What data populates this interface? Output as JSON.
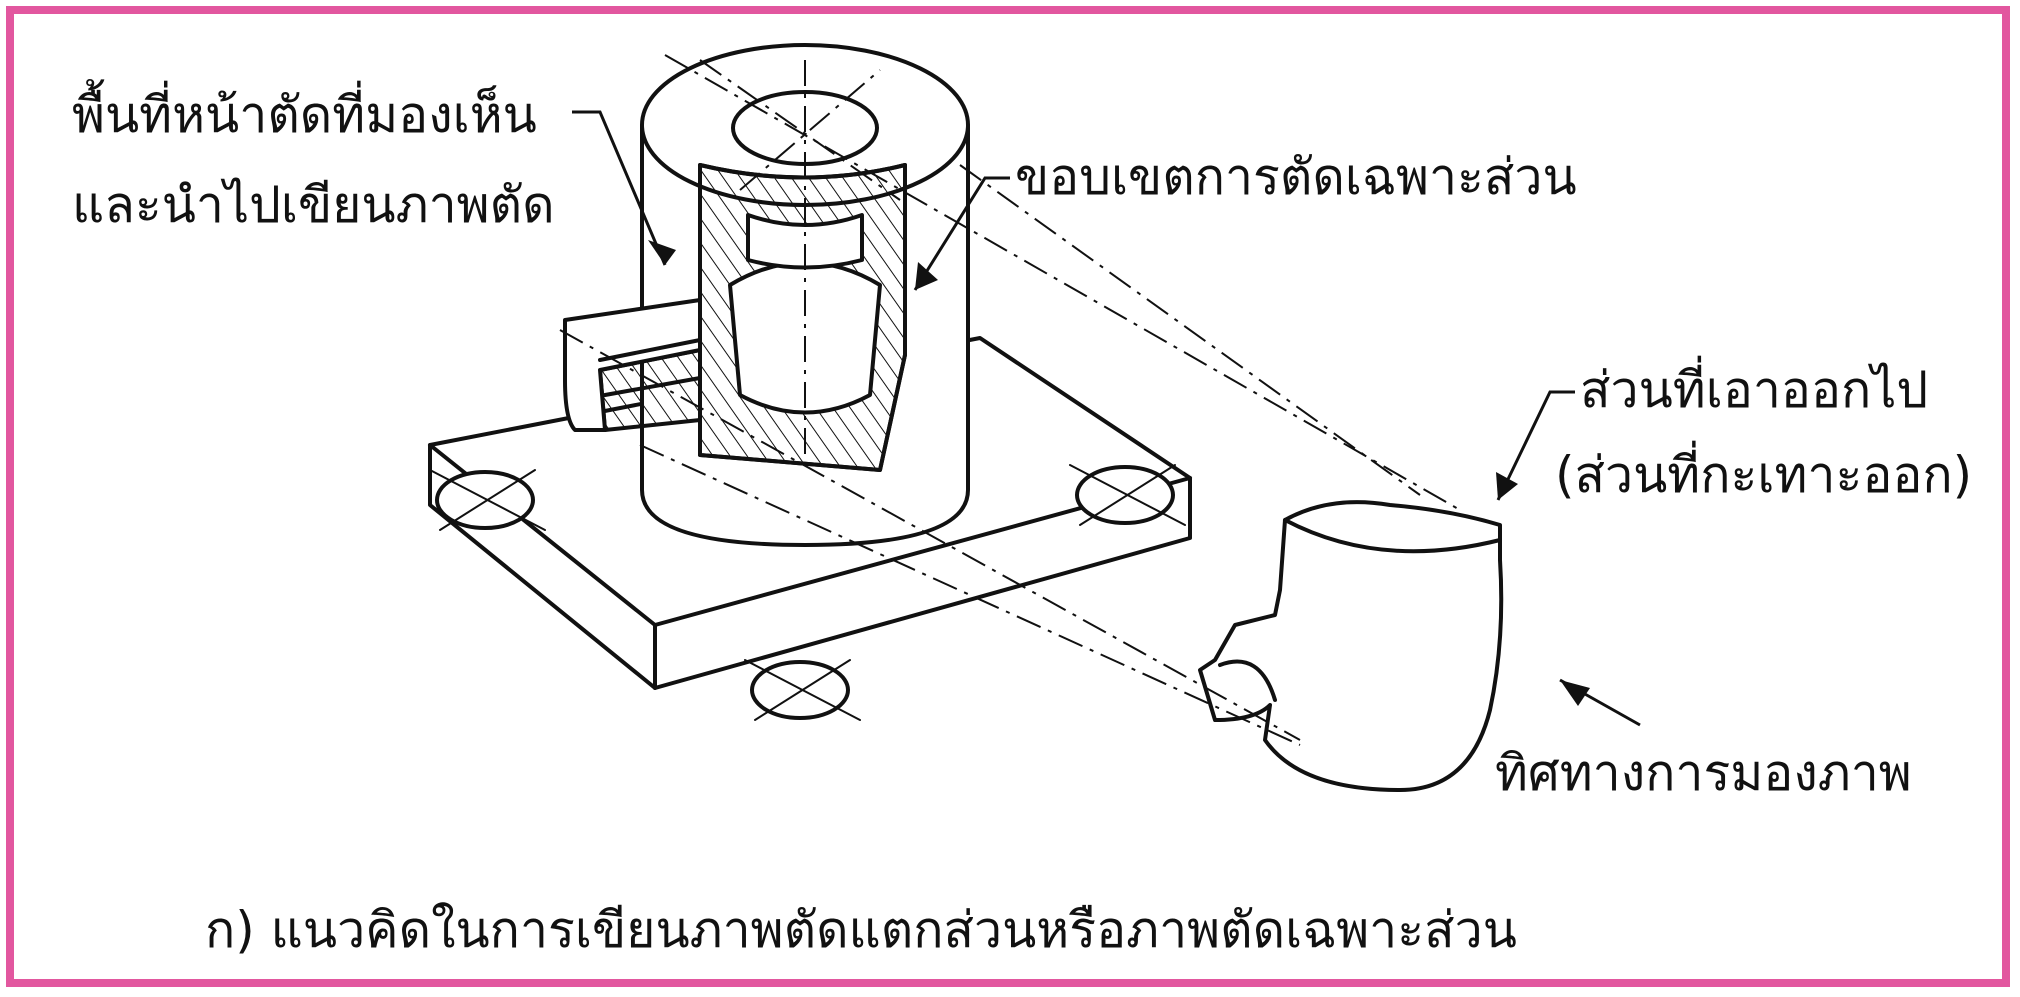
{
  "labels": {
    "visible_section_area": {
      "line1": "พื้นที่หน้าตัดที่มองเห็น",
      "line2": "และนำไปเขียนภาพตัด"
    },
    "partial_cut_boundary": "ขอบเขตการตัดเฉพาะส่วน",
    "removed_part": {
      "line1": "ส่วนที่เอาออกไป",
      "line2": "(ส่วนที่กะเทาะออก)"
    },
    "viewing_direction": "ทิศทางการมองภาพ",
    "caption": "ก) แนวคิดในการเขียนภาพตัดแตกส่วนหรือภาพตัดเฉพาะส่วน"
  },
  "colors": {
    "frame": "#e2579f",
    "ink": "#111111",
    "background": "#ffffff"
  }
}
